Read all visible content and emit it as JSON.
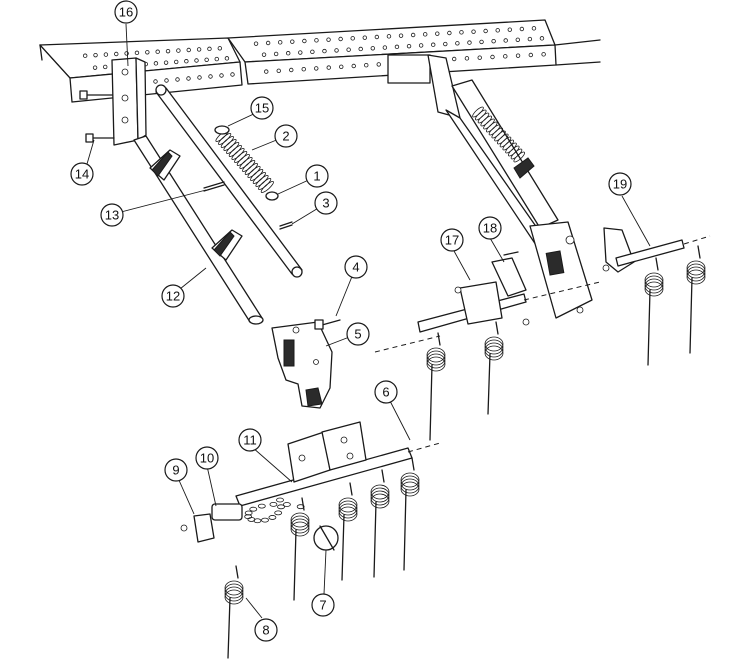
{
  "callouts": {
    "c1": "1",
    "c2": "2",
    "c3": "3",
    "c4": "4",
    "c5": "5",
    "c6": "6",
    "c7": "7",
    "c8": "8",
    "c9": "9",
    "c10": "10",
    "c11": "11",
    "c12": "12",
    "c13": "13",
    "c14": "14",
    "c15": "15",
    "c16": "16",
    "c17": "17",
    "c18": "18",
    "c19": "19"
  },
  "colors": {
    "ink": "#1a1a1a",
    "paper": "#ffffff"
  }
}
